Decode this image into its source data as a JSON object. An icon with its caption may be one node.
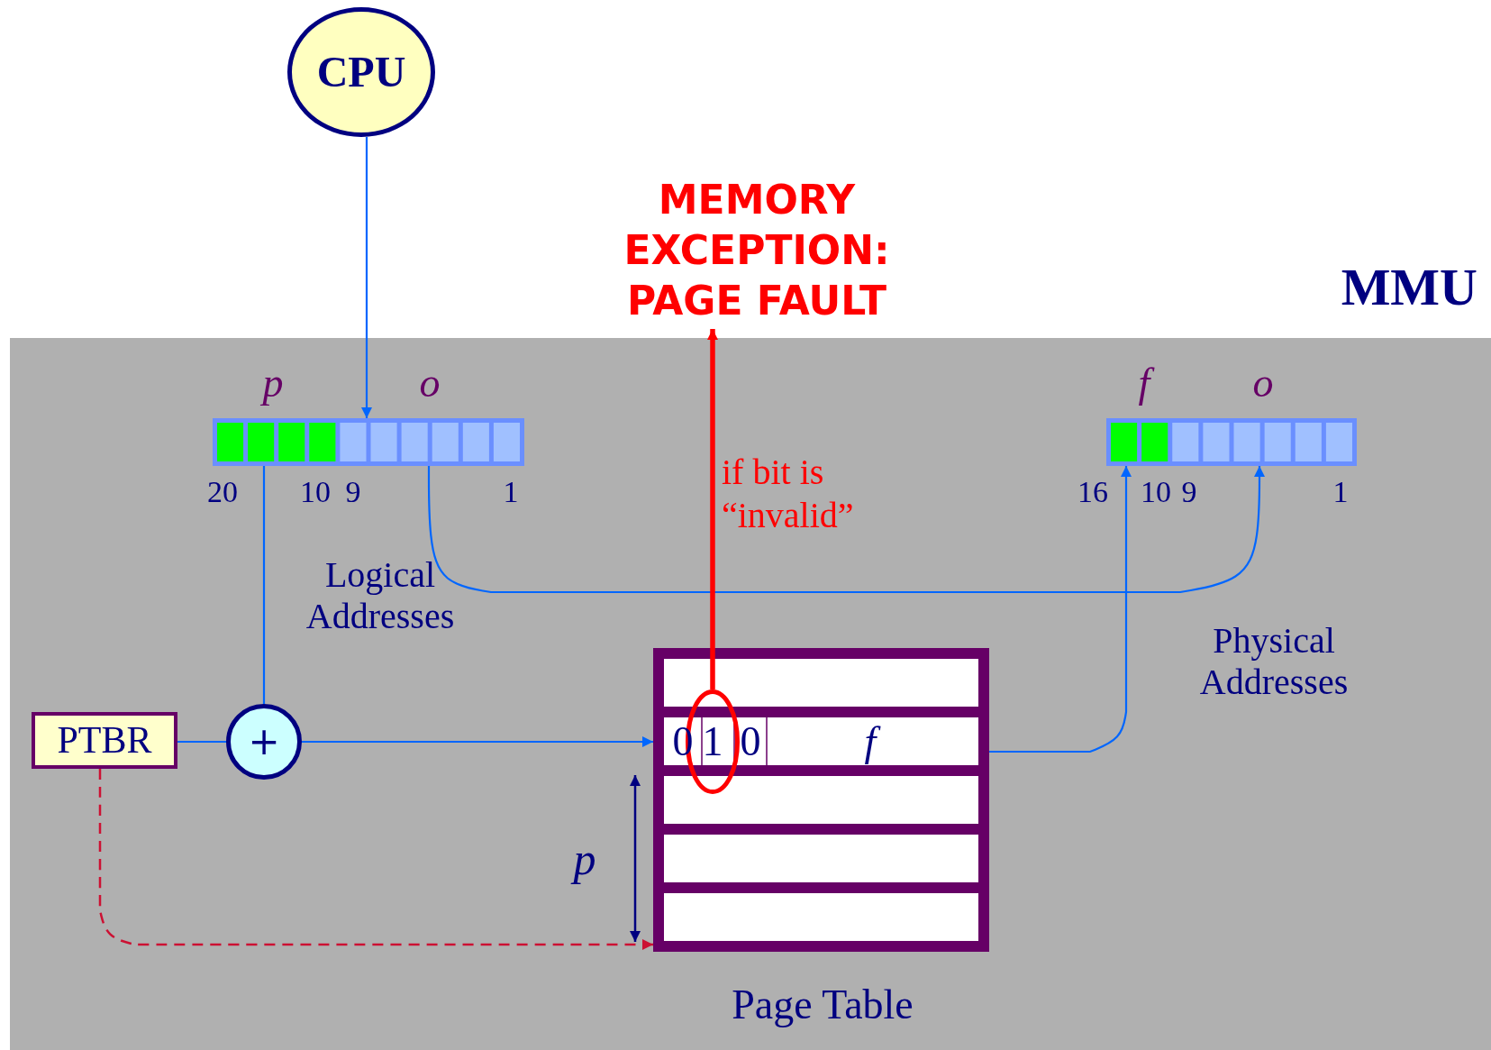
{
  "diagram": {
    "nodes": [
      {
        "text": [
          "CPU"
        ]
      },
      {
        "text": [
          "MEMORY EXCEPTION: PAGE FAULT"
        ]
      },
      {
        "text": [
          "MMU"
        ]
      },
      {
        "text": [],
        "shape": "bar",
        "in": 2,
        "beside": [
          "p",
          "o",
          "20",
          "10",
          "9",
          "1"
        ]
      },
      {
        "text": [],
        "shape": "bar",
        "in": 2,
        "beside": [
          "f",
          "o",
          "16",
          "10",
          "9",
          "1"
        ]
      },
      {
        "text": [
          "PTBR"
        ],
        "in": 2
      },
      {
        "text": [
          "+"
        ],
        "in": 2
      },
      {
        "text": [],
        "shape": "box",
        "in": 2,
        "beside": [
          "Page Table"
        ]
      },
      {
        "text": [
          "1"
        ],
        "in": 7
      }
    ],
    "edges": [
      {
        "from": 0,
        "to": 3,
        "arrow": "to"
      },
      {
        "from": 3,
        "to": 6,
        "arrow": "none"
      },
      {
        "from": 5,
        "to": 6,
        "arrow": "none"
      },
      {
        "from": 6,
        "to": 7,
        "arrow": "to"
      },
      {
        "from": 3,
        "to": 4,
        "arrow": "to"
      },
      {
        "from": 7,
        "to": 4,
        "arrow": "to"
      },
      {
        "from": 8,
        "to": 1,
        "arrow": "to",
        "label": "if bit is “invalid”",
        "style": "thick",
        "color": "#ff0000"
      },
      {
        "from": 5,
        "to": 7,
        "arrow": "to",
        "style": "dashed",
        "color": "#cc1133"
      }
    ],
    "labels": [
      "Logical Addresses",
      "0",
      "0",
      "f",
      "p",
      "Physical Addresses"
    ]
  }
}
